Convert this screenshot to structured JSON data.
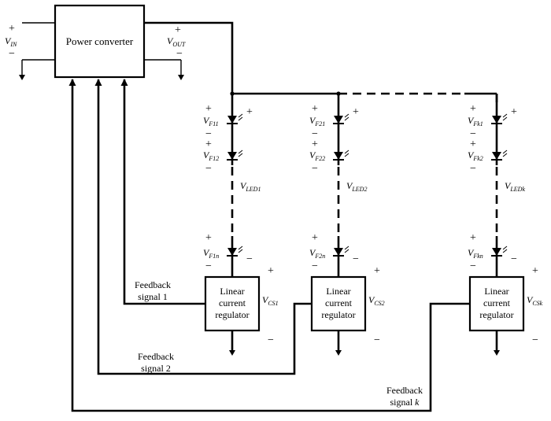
{
  "converter": {
    "title": "Power converter",
    "vin": {
      "v": "V",
      "sub": "IN"
    },
    "vout": {
      "v": "V",
      "sub": "OUT"
    }
  },
  "signs": {
    "plus": "+",
    "minus": "−"
  },
  "strings": [
    {
      "vf_top": {
        "v": "V",
        "sub": "F11"
      },
      "vf_second": {
        "v": "V",
        "sub": "F12"
      },
      "vled": {
        "v": "V",
        "sub": "LED1"
      },
      "vf_bottom": {
        "v": "V",
        "sub": "F1n"
      },
      "vcs": {
        "v": "V",
        "sub": "CS1"
      }
    },
    {
      "vf_top": {
        "v": "V",
        "sub": "F21"
      },
      "vf_second": {
        "v": "V",
        "sub": "F22"
      },
      "vled": {
        "v": "V",
        "sub": "LED2"
      },
      "vf_bottom": {
        "v": "V",
        "sub": "F2n"
      },
      "vcs": {
        "v": "V",
        "sub": "CS2"
      }
    },
    {
      "vf_top": {
        "v": "V",
        "sub": "Fk1"
      },
      "vf_second": {
        "v": "V",
        "sub": "Fk2"
      },
      "vled": {
        "v": "V",
        "sub": "LEDk"
      },
      "vf_bottom": {
        "v": "V",
        "sub": "Fkn"
      },
      "vcs": {
        "v": "V",
        "sub": "CSk"
      }
    }
  ],
  "regulator": {
    "line1": "Linear",
    "line2": "current",
    "line3": "regulator"
  },
  "feedback": [
    {
      "line1": "Feedback",
      "line2": "signal 1"
    },
    {
      "line1": "Feedback",
      "line2": "signal 2"
    },
    {
      "line1": "Feedback",
      "line2": "signal",
      "k": "k"
    }
  ]
}
